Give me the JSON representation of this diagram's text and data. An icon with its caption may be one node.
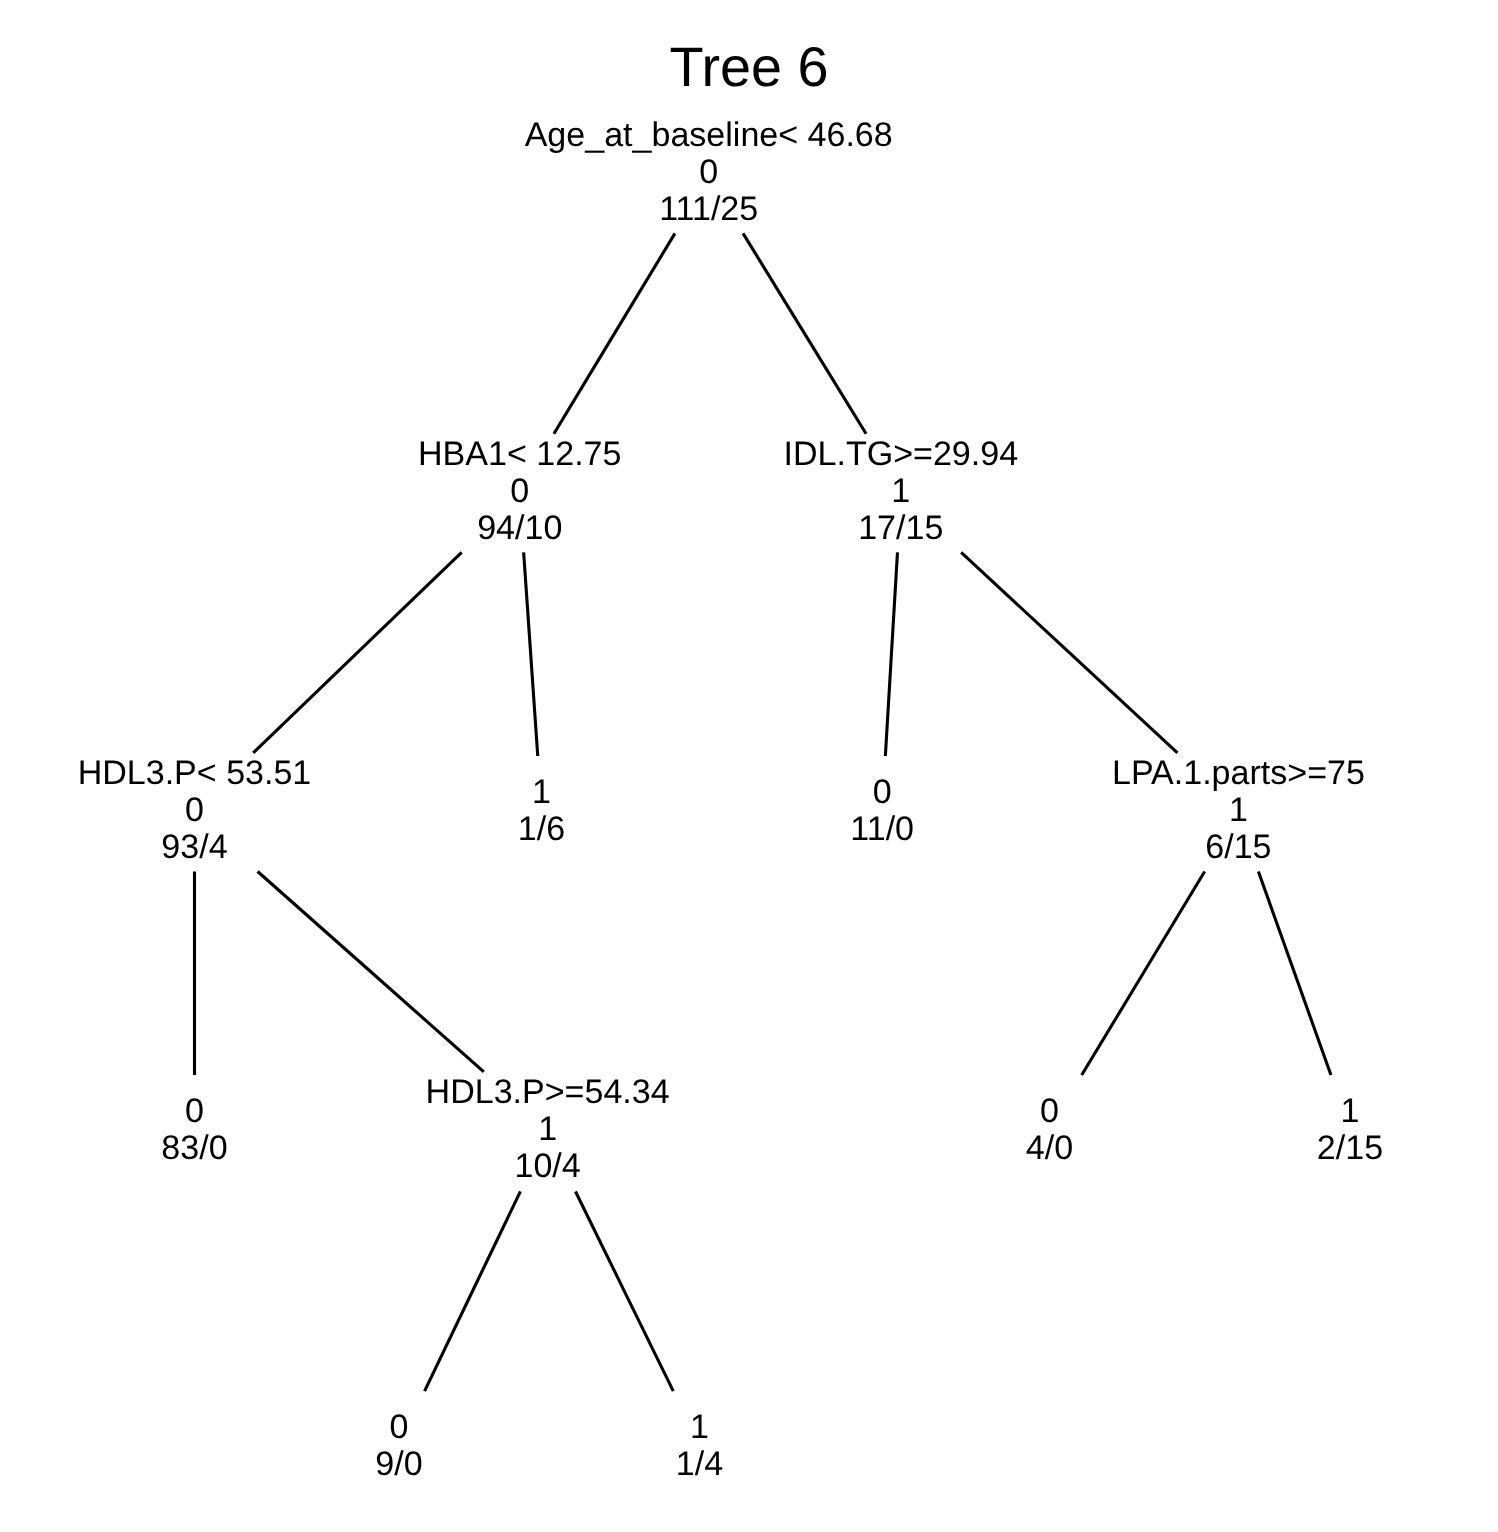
{
  "diagram": {
    "title": "Tree 6",
    "nodes": [
      {
        "text": [
          "Age_at_baseline< 46.68",
          "0",
          "111/25"
        ]
      },
      {
        "text": [
          "HBA1< 12.75",
          "0",
          "94/10"
        ]
      },
      {
        "text": [
          "IDL.TG>=29.94",
          "1",
          "17/15"
        ]
      },
      {
        "text": [
          "HDL3.P< 53.51",
          "0",
          "93/4"
        ]
      },
      {
        "text": [
          "1",
          "1/6"
        ]
      },
      {
        "text": [
          "0",
          "11/0"
        ]
      },
      {
        "text": [
          "LPA.1.parts>=75",
          "1",
          "6/15"
        ]
      },
      {
        "text": [
          "0",
          "83/0"
        ]
      },
      {
        "text": [
          "HDL3.P>=54.34",
          "1",
          "10/4"
        ]
      },
      {
        "text": [
          "0",
          "9/0"
        ]
      },
      {
        "text": [
          "1",
          "1/4"
        ]
      },
      {
        "text": [
          "0",
          "4/0"
        ]
      },
      {
        "text": [
          "1",
          "2/15"
        ]
      }
    ],
    "edges": [
      {
        "from": 0,
        "to": 1,
        "arrow": "none"
      },
      {
        "from": 0,
        "to": 2,
        "arrow": "none"
      },
      {
        "from": 1,
        "to": 3,
        "arrow": "none"
      },
      {
        "from": 1,
        "to": 4,
        "arrow": "none"
      },
      {
        "from": 2,
        "to": 5,
        "arrow": "none"
      },
      {
        "from": 2,
        "to": 6,
        "arrow": "none"
      },
      {
        "from": 3,
        "to": 7,
        "arrow": "none"
      },
      {
        "from": 3,
        "to": 8,
        "arrow": "none"
      },
      {
        "from": 8,
        "to": 9,
        "arrow": "none"
      },
      {
        "from": 8,
        "to": 10,
        "arrow": "none"
      },
      {
        "from": 6,
        "to": 11,
        "arrow": "none"
      },
      {
        "from": 6,
        "to": 12,
        "arrow": "none"
      }
    ]
  }
}
